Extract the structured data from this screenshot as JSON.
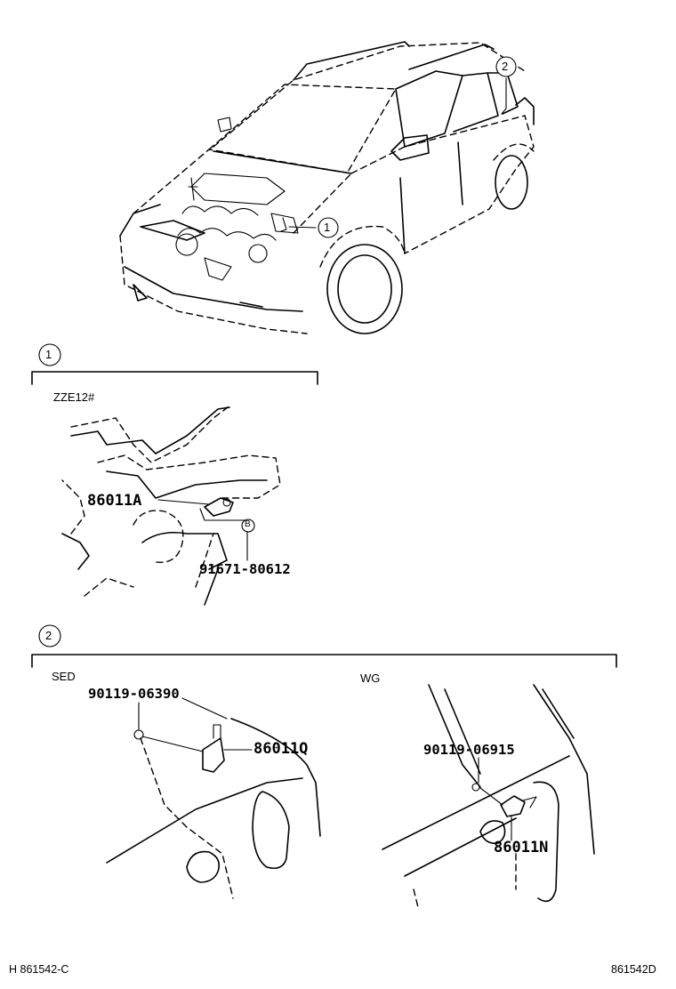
{
  "callouts": {
    "c1_top": "1",
    "c2_top": "2",
    "section1_num": "1",
    "section2_num": "2",
    "bolt_marker": "B"
  },
  "section1": {
    "title": "ZZE12#",
    "part_main": "86011A",
    "part_bolt": "91671-80612"
  },
  "section2": {
    "left": {
      "title": "SED",
      "part_bolt": "90119-06390",
      "part_main": "86011Q"
    },
    "right": {
      "title": "WG",
      "part_bolt": "90119-06915",
      "part_main": "86011N"
    }
  },
  "footer": {
    "left_code": "H 861542-C",
    "right_code": "861542D"
  }
}
